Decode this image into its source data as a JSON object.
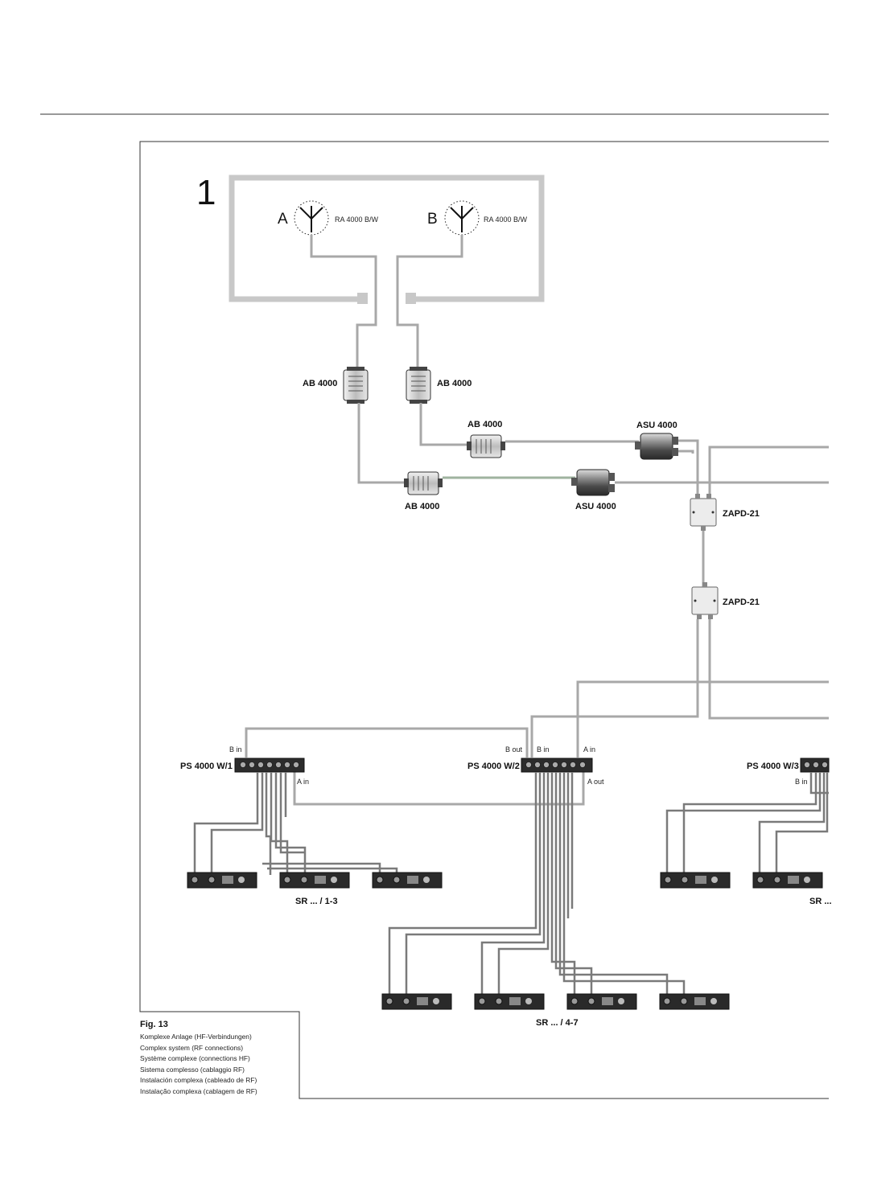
{
  "section_number": "1",
  "antennas": [
    {
      "letter": "A",
      "model": "RA 4000 B/W"
    },
    {
      "letter": "B",
      "model": "RA 4000 B/W"
    }
  ],
  "labels": {
    "ab_left": "AB 4000",
    "ab_right": "AB 4000",
    "ab_upper": "AB 4000",
    "ab_lower": "AB 4000",
    "asu_upper": "ASU 4000",
    "asu_lower": "ASU 4000",
    "zapd_upper": "ZAPD-21",
    "zapd_lower": "ZAPD-21",
    "ps1": "PS 4000 W/1",
    "ps2": "PS 4000 W/2",
    "ps3": "PS 4000 W/3",
    "ps1_b_in": "B in",
    "ps1_a_in": "A in",
    "ps2_b_out": "B out",
    "ps2_b_in": "B in",
    "ps2_a_in": "A in",
    "ps2_a_out": "A out",
    "ps3_b_in": "B in",
    "sr_1_3": "SR ... / 1-3",
    "sr_4_7": "SR ... / 4-7",
    "sr_right": "SR ..."
  },
  "caption": {
    "fig": "Fig. 13",
    "lines": [
      "Komplexe Anlage (HF-Verbindungen)",
      "Complex system (RF connections)",
      "Système complexe (connections HF)",
      "Sistema complesso (cablaggio RF)",
      "Instalación complexa (cableado de RF)",
      "Instalação complexa (cablagem de RF)"
    ]
  }
}
